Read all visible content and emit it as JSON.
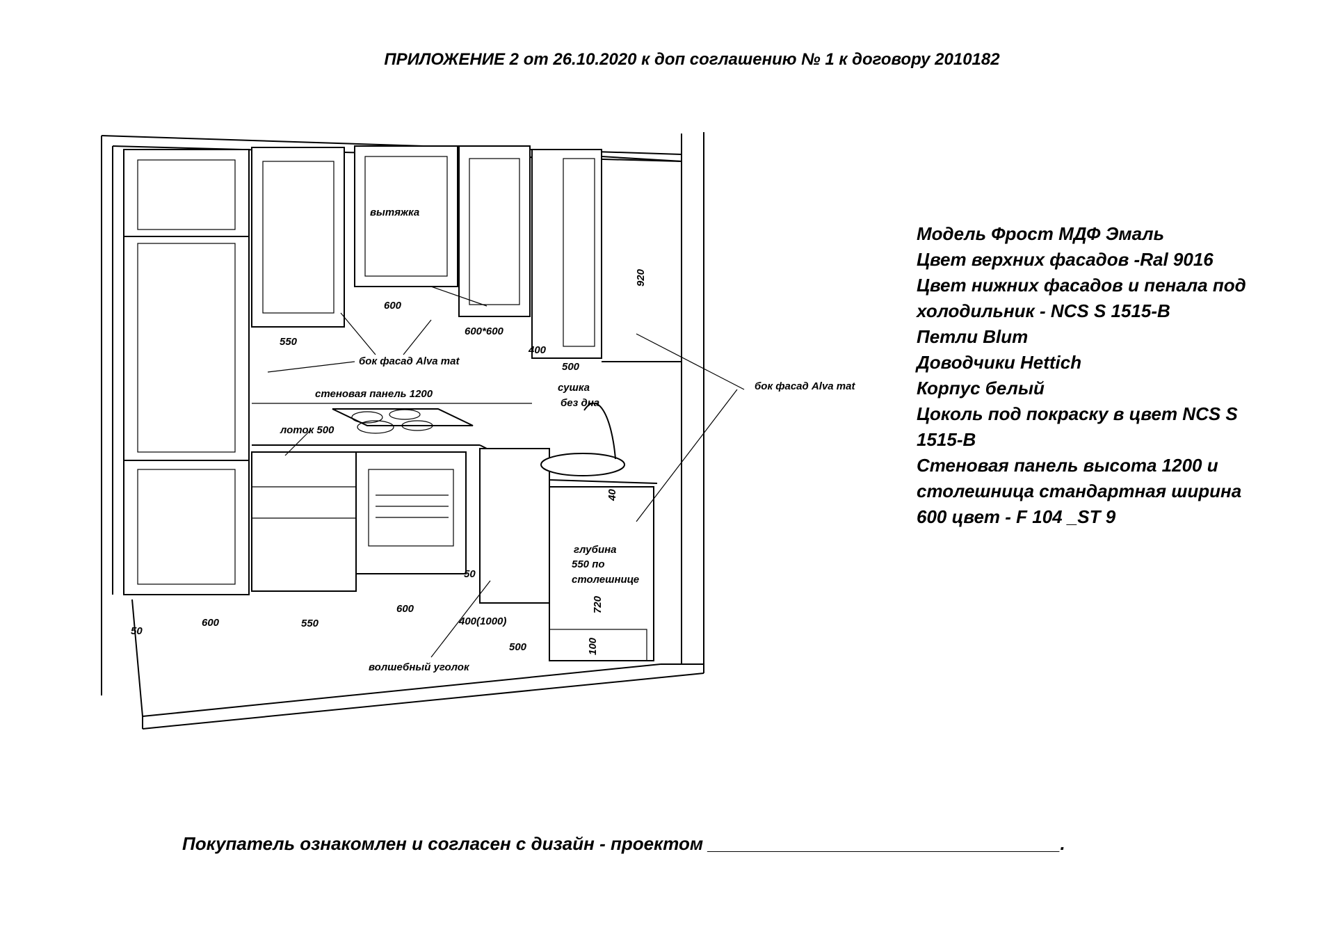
{
  "header": {
    "title": "ПРИЛОЖЕНИЕ 2 от 26.10.2020 к доп соглашению  № 1 к договору 2010182"
  },
  "specs": [
    "Модель Фрост МДФ Эмаль",
    "Цвет верхних фасадов  -Ral 9016",
    "Цвет нижних фасадов и пенала под",
    "холодильник - NCS S 1515-B",
    "Петли Blum",
    "Доводчики Hettich",
    "Корпус белый",
    "Цоколь под покраску в цвет NCS S",
    "1515-B",
    "Стеновая панель  высота 1200 и",
    "столешница стандартная  ширина",
    "600 цвет -  F 104 _ST 9"
  ],
  "drawing_labels": {
    "hood": "вытяжка",
    "dim_600_upper": "600",
    "dim_550_upper": "550",
    "dim_600x600": "600*600",
    "dim_400_upper": "400",
    "dim_500_upper": "500",
    "dim_920": "920",
    "side_facade_1": "бок фасад Alva mat",
    "side_facade_2": "бок фасад Alva mat",
    "wall_panel": "стеновая панель 1200",
    "tray": "лоток  500",
    "dryer_1": "сушка",
    "dryer_2": "без дна",
    "dim_40": "40",
    "depth_1": "глубина",
    "depth_2": "550 по",
    "depth_3": "столешнице",
    "dim_50_right": "50",
    "dim_720": "720",
    "dim_100": "100",
    "dim_50_left": "50",
    "dim_600_a": "600",
    "dim_550_b": "550",
    "dim_600_c": "600",
    "dim_400_1000": "400(1000)",
    "dim_500_b": "500",
    "magic_corner": "волшебный уголок"
  },
  "footer": {
    "text": "Покупатель ознакомлен и согласен с дизайн - проектом ___________________________________."
  }
}
